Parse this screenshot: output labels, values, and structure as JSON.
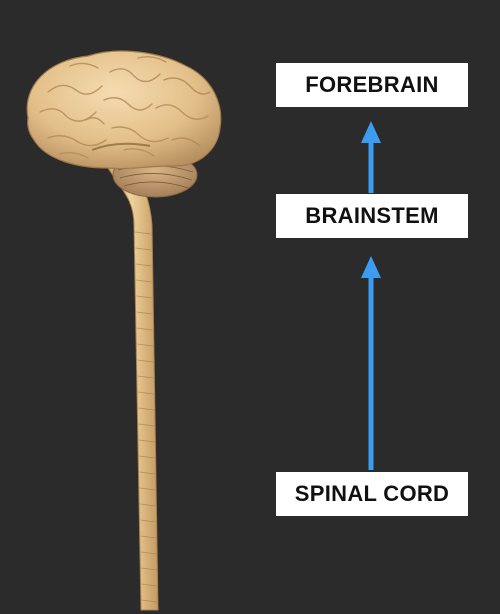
{
  "diagram": {
    "nodes": [
      {
        "id": "forebrain",
        "label": "FOREBRAIN"
      },
      {
        "id": "brainstem",
        "label": "BRAINSTEM"
      },
      {
        "id": "spinal_cord",
        "label": "SPINAL CORD"
      }
    ],
    "edges": [
      {
        "from": "spinal_cord",
        "to": "brainstem"
      },
      {
        "from": "brainstem",
        "to": "forebrain"
      }
    ]
  },
  "colors": {
    "background": "#2b2b2b",
    "arrow": "#3b9cf0",
    "box": "#ffffff",
    "text": "#111111",
    "tissue": "#e6c288"
  }
}
